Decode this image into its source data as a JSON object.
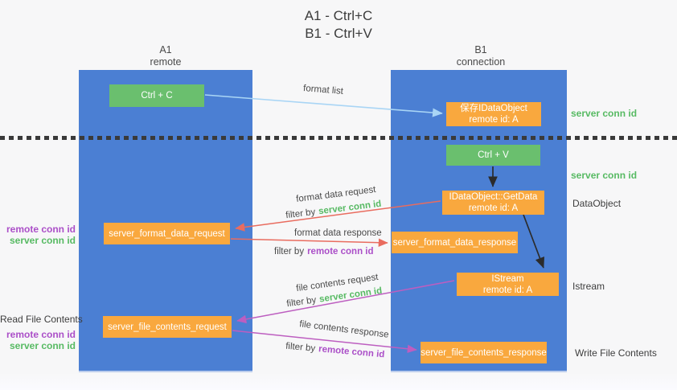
{
  "title": {
    "line1": "A1 - Ctrl+C",
    "line2": "B1 - Ctrl+V"
  },
  "lanes": {
    "left": {
      "header_top": "A1",
      "header_bottom": "remote"
    },
    "right": {
      "header_top": "B1",
      "header_bottom": "connection"
    }
  },
  "boxes": {
    "ctrl_c": {
      "label": "Ctrl + C"
    },
    "save_idataobject": {
      "line1": "保存IDataObject",
      "line2": "remote id: A"
    },
    "ctrl_v": {
      "label": "Ctrl + V"
    },
    "getdata": {
      "line1": "IDataObject::GetData",
      "line2": "remote id: A"
    },
    "format_request": {
      "label": "server_format_data_request"
    },
    "format_response": {
      "label": "server_format_data_response"
    },
    "istream": {
      "line1": "IStream",
      "line2": "remote id: A"
    },
    "file_request": {
      "label": "server_file_contents_request"
    },
    "file_response": {
      "label": "server_file_contents_response"
    }
  },
  "arrow_labels": {
    "format_list": "format list",
    "format_data_request": "format data request",
    "format_data_response": "format data response",
    "file_contents_request": "file contents request",
    "file_contents_response": "file contents response",
    "filter_by": "filter by",
    "server_conn_id": "server conn id",
    "remote_conn_id": "remote conn id"
  },
  "side_labels": {
    "left_format_remote": "remote conn id",
    "left_format_server": "server conn id",
    "read_file_contents": "Read File Contents",
    "left_file_remote": "remote conn id",
    "left_file_server": "server conn id",
    "right_server_conn_top": "server conn id",
    "right_server_conn_mid": "server conn id",
    "dataobject": "DataObject",
    "istream": "Istream",
    "write_file_contents": "Write File Contents"
  },
  "colors": {
    "lane_blue": "#4b7fd3",
    "box_green": "#6abf6e",
    "box_orange": "#f9a83e",
    "arrow_light_blue": "#a9d5f5",
    "arrow_red": "#e96c5f",
    "arrow_magenta": "#bd5ec0",
    "arrow_black": "#2b2b2b",
    "text_green": "#57ba63",
    "text_purple": "#ab4fc8",
    "text_dark": "#3d3d3d"
  }
}
